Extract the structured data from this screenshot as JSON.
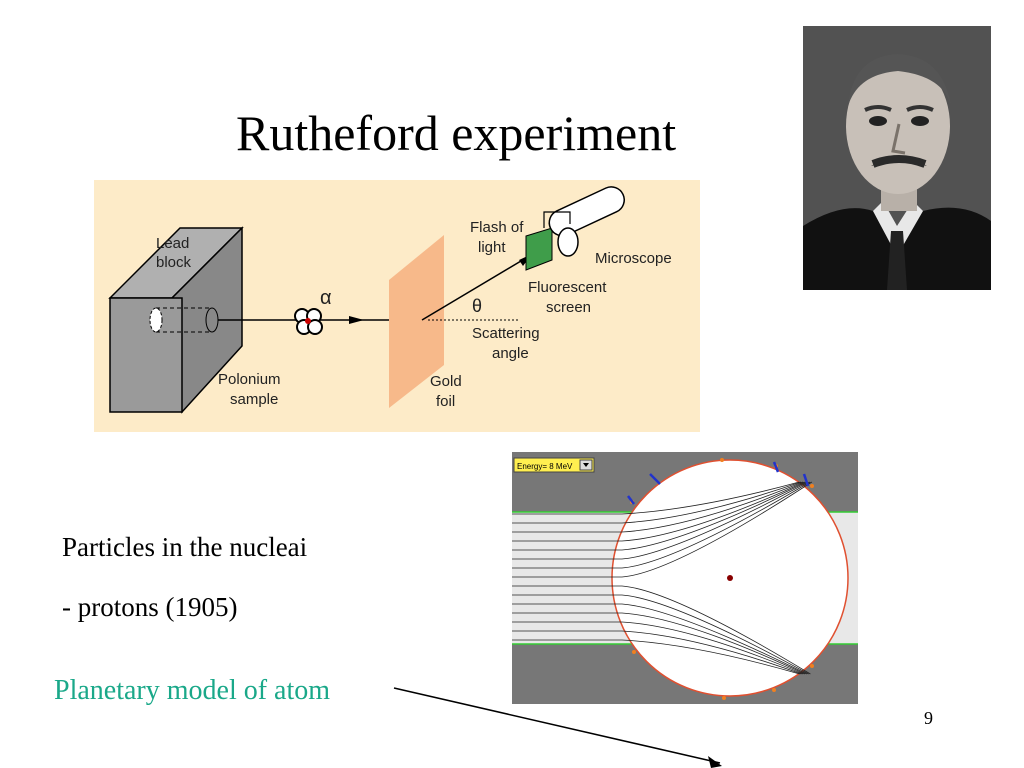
{
  "slide": {
    "title": "Rutheford experiment",
    "bullet_1": "Particles in the nucleai",
    "bullet_2": "- protons (1905)",
    "link_text": "Planetary model of atom",
    "page_number": "9",
    "link_color": "#1aa889"
  },
  "diagram": {
    "lead_block_1": "Lead",
    "lead_block_2": "block",
    "alpha": "α",
    "polonium_1": "Polonium",
    "polonium_2": "sample",
    "gold_foil_1": "Gold",
    "gold_foil_2": "foil",
    "flash_1": "Flash of",
    "flash_2": "light",
    "microscope": "Microscope",
    "fluorescent_1": "Fluorescent",
    "fluorescent_2": "screen",
    "theta": "θ",
    "scattering_1": "Scattering",
    "scattering_2": "angle"
  },
  "simulation": {
    "energy_label": "Energy= 8 MeV"
  }
}
